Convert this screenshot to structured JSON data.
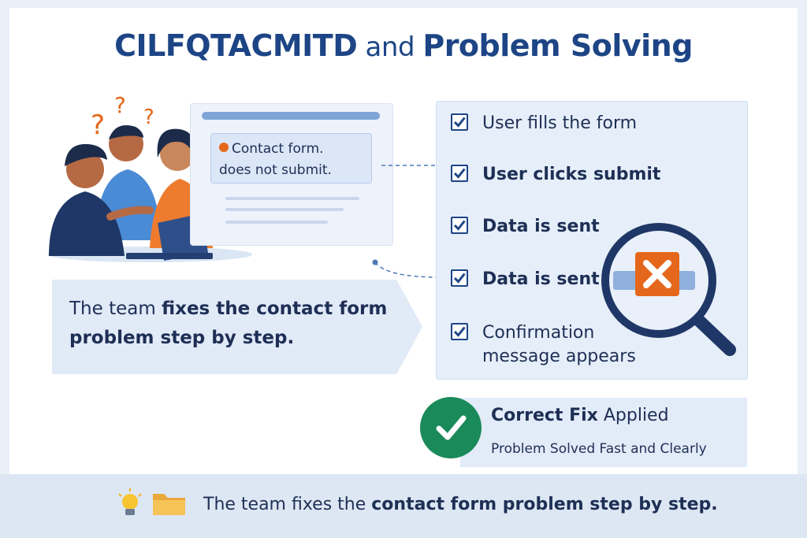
{
  "header": {
    "title_bold_1": "CILFQTACMITD",
    "title_plain": " and ",
    "title_bold_2": "Problem Solving"
  },
  "illustration": {
    "error_message_line1": "Contact form.",
    "error_message_line2": "does not submit."
  },
  "team_message": {
    "prefix": "The team ",
    "bold": "fixes the contact form problem step by step."
  },
  "checklist": {
    "items": [
      {
        "label": "User fills the form",
        "checked": true
      },
      {
        "label": "User clicks submit",
        "checked": true
      },
      {
        "label": "Data is sent",
        "checked": true
      },
      {
        "label": "Data is sent",
        "checked": true
      },
      {
        "label": "Confirmation message appears",
        "checked": true
      }
    ]
  },
  "fix": {
    "title_bold": "Correct Fix",
    "title_rest": " Applied",
    "subtitle": "Problem Solved Fast and Clearly"
  },
  "footer": {
    "prefix": "The team fixes the ",
    "bold": "contact form problem step by step."
  },
  "colors": {
    "primary": "#1d4586",
    "accent_orange": "#e5671b",
    "success_green": "#1b8a5a",
    "panel_blue": "#e1eaf7"
  },
  "icons": [
    "question-mark-icon",
    "warning-icon",
    "checkbox-icon",
    "magnifier-icon",
    "error-x-icon",
    "success-check-icon",
    "lightbulb-icon",
    "folder-icon"
  ]
}
